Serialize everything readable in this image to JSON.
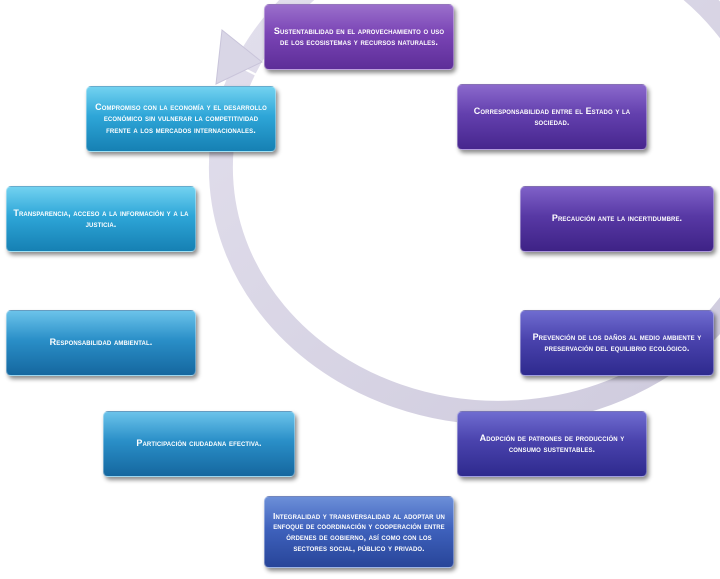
{
  "diagram": {
    "nodes": [
      {
        "text": "Sustentabilidad en el aprovechamiento o uso de los ecosistemas y recursos naturales."
      },
      {
        "text": "Corresponsabilidad entre el Estado y la sociedad."
      },
      {
        "text": "Precaución ante la incertidumbre."
      },
      {
        "text": "Prevención de los daños al medio ambiente y preservación del equilibrio ecológico."
      },
      {
        "text": "Adopción de patrones de producción y consumo sustentables."
      },
      {
        "text": "Integralidad y transversalidad al adoptar un enfoque de coordinación y cooperación entre órdenes de gobierno, así como con los sectores social, público y privado."
      },
      {
        "text": "Participación ciudadana efectiva."
      },
      {
        "text": "Responsabilidad ambiental."
      },
      {
        "text": "Transparencia, acceso a la información y a la justicia."
      },
      {
        "text": "Compromiso con la economía y el desarrollo económico sin vulnerar la competitividad frente a los mercados internacionales."
      }
    ],
    "colors": {
      "ring": "#d9d6e6",
      "ring_edge": "#bdb8d2"
    }
  }
}
